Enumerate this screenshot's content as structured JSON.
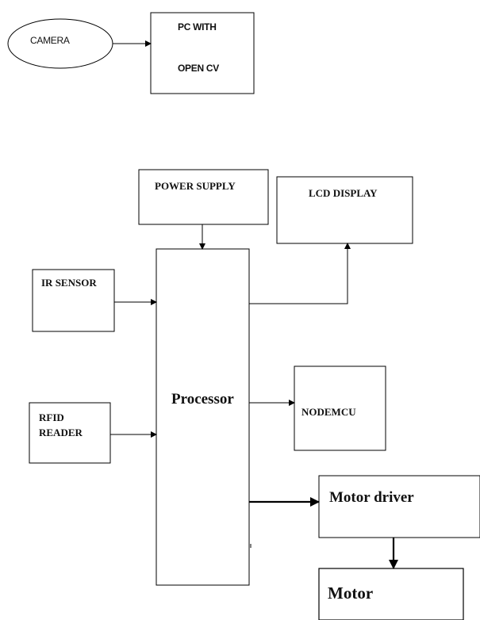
{
  "nodes": {
    "camera": "CAMERA",
    "pc_line1": "PC WITH",
    "pc_line2": "OPEN CV",
    "power_supply": "POWER SUPPLY",
    "lcd_display": "LCD DISPLAY",
    "ir_sensor": "IR SENSOR",
    "rfid_line1": "RFID",
    "rfid_line2": "READER",
    "processor": "Processor",
    "nodemcu": "NODEMCU",
    "motor_driver": "Motor driver",
    "motor": "Motor"
  },
  "edges": [
    {
      "from": "camera",
      "to": "pc"
    },
    {
      "from": "power_supply",
      "to": "processor"
    },
    {
      "from": "processor",
      "to": "lcd_display"
    },
    {
      "from": "ir_sensor",
      "to": "processor"
    },
    {
      "from": "rfid_reader",
      "to": "processor"
    },
    {
      "from": "processor",
      "to": "nodemcu"
    },
    {
      "from": "processor",
      "to": "motor_driver"
    },
    {
      "from": "motor_driver",
      "to": "motor"
    }
  ]
}
